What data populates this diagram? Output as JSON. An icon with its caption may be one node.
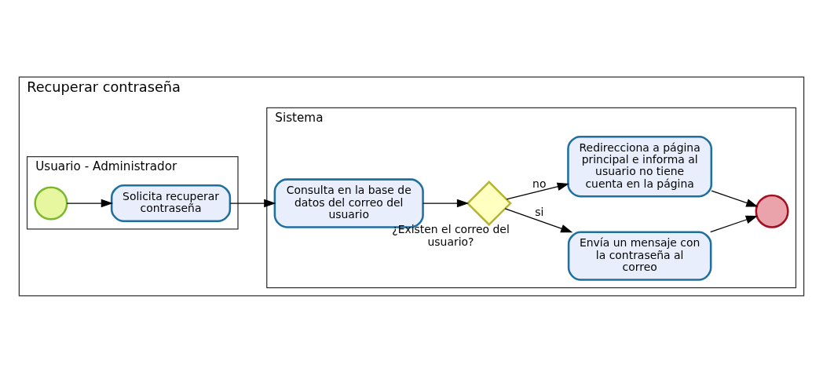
{
  "diagram": {
    "nodes": [
      {
        "text": [
          "Recuperar contraseña"
        ]
      },
      {
        "text": [
          "Sistema"
        ],
        "in": 0
      },
      {
        "text": [
          "Consulta en la base de datos del correo del usuario"
        ],
        "in": 1
      },
      {
        "text": [
          "¿Existen el correo del usuario?"
        ],
        "in": 1
      },
      {
        "text": [
          "Envía un mensaje con la contraseña al correo"
        ],
        "in": 1
      },
      {
        "text": [
          "Redirecciona a página principal e informa al usuario no tiene cuenta en la página"
        ],
        "in": 1
      },
      {
        "text": [],
        "shape": "circle",
        "in": 1
      },
      {
        "text": [
          "Usuario - Administrador"
        ],
        "in": 0
      },
      {
        "text": [],
        "shape": "circle",
        "in": 7
      },
      {
        "text": [
          "Solicita recuperar contraseña"
        ],
        "in": 7
      }
    ],
    "edges": [
      {
        "from": 8,
        "to": 9,
        "arrow": "to"
      },
      {
        "from": 9,
        "to": 2,
        "arrow": "to"
      },
      {
        "from": 2,
        "to": 3,
        "arrow": "to"
      },
      {
        "from": 3,
        "to": 4,
        "label": "si",
        "arrow": "to"
      },
      {
        "from": 3,
        "to": 5,
        "label": "no",
        "arrow": "to"
      },
      {
        "from": 4,
        "to": 6,
        "arrow": "to"
      },
      {
        "from": 5,
        "to": 6,
        "arrow": "to"
      }
    ]
  }
}
